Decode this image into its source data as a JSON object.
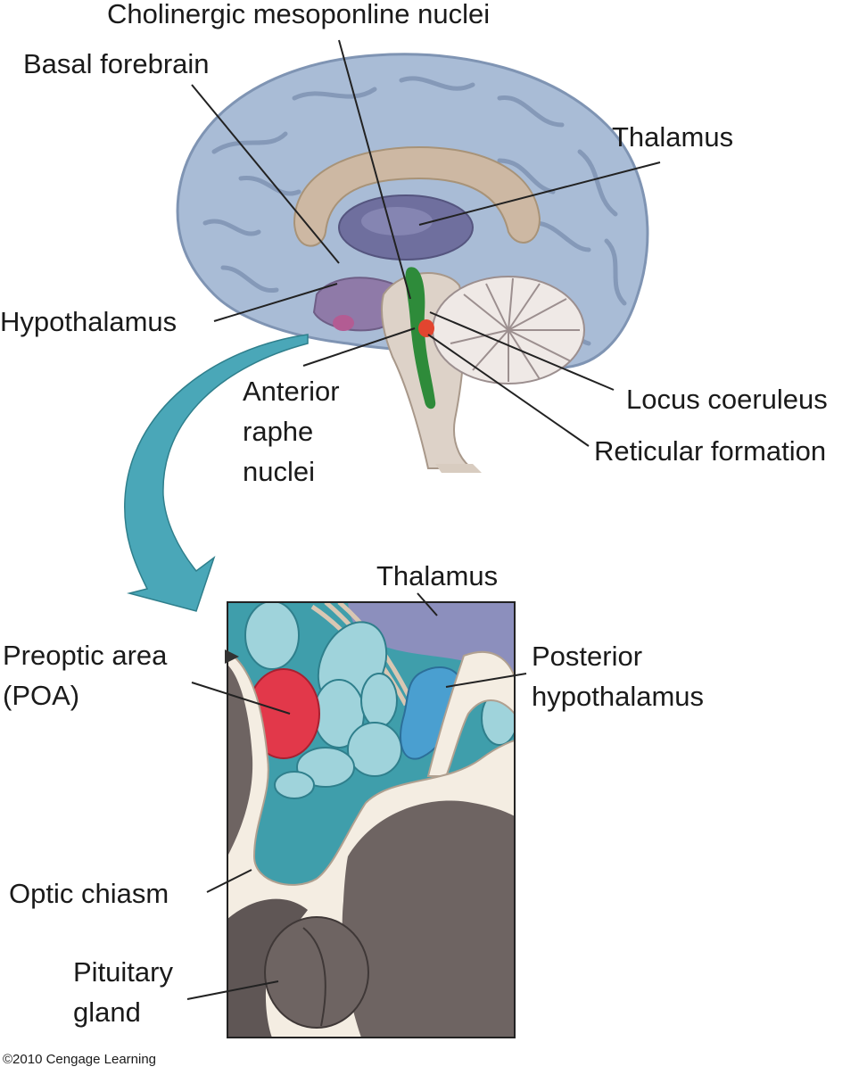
{
  "labels": {
    "cholinergic": "Cholinergic mesoponline nuclei",
    "basal_forebrain": "Basal forebrain",
    "thalamus_top": "Thalamus",
    "hypothalamus": "Hypothalamus",
    "anterior_raphe": [
      "Anterior",
      "raphe",
      "nuclei"
    ],
    "locus_coeruleus": "Locus coeruleus",
    "reticular_formation": "Reticular formation",
    "thalamus_inset": "Thalamus",
    "preoptic_area": [
      "Preoptic area",
      "(POA)"
    ],
    "posterior_hypothalamus": [
      "Posterior",
      "hypothalamus"
    ],
    "optic_chiasm": "Optic chiasm",
    "pituitary": [
      "Pituitary",
      "gland"
    ]
  },
  "copyright": "©2010 Cengage Learning",
  "colors": {
    "cortex": "#a9bcd6",
    "cortex_dark": "#7f94b3",
    "corpus_callosum": "#cdb8a3",
    "thalamus": "#6f6f9e",
    "reticular_green": "#2e8b3a",
    "locus_red": "#e2452f",
    "arrow_teal": "#4aa7b8",
    "inset_teal": "#3f9eab",
    "poa_red": "#e2384a",
    "post_hypo_blue": "#4a9fd0",
    "tissue_dark": "#6e6462",
    "tissue_light": "#f4ede2"
  }
}
